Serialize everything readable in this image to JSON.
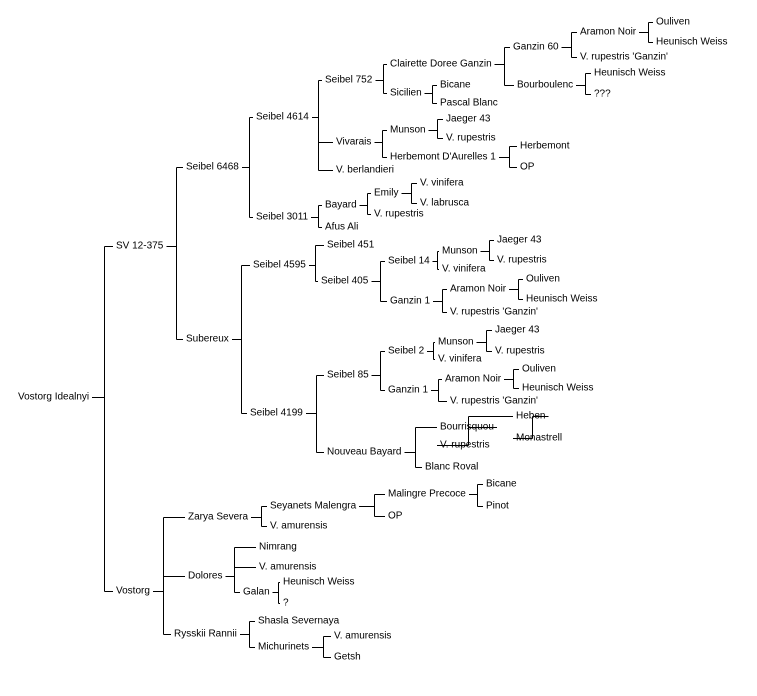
{
  "tree": {
    "name": "Vostorg Idealnyi",
    "children": [
      {
        "name": "SV 12-375",
        "children": [
          {
            "name": "Seibel 6468",
            "children": [
              {
                "name": "Seibel 4614",
                "children": [
                  {
                    "name": "Seibel 752",
                    "children": [
                      {
                        "name": "Clairette Doree Ganzin",
                        "children": [
                          {
                            "name": "Ganzin 60",
                            "children": [
                              {
                                "name": "Aramon Noir",
                                "children": [
                                  {
                                    "name": "Ouliven"
                                  },
                                  {
                                    "name": "Heunisch Weiss"
                                  }
                                ]
                              },
                              {
                                "name": "V. rupestris 'Ganzin'"
                              }
                            ]
                          },
                          {
                            "name": "Bourboulenc",
                            "children": [
                              {
                                "name": "Heunisch Weiss"
                              },
                              {
                                "name": "???"
                              }
                            ]
                          }
                        ]
                      },
                      {
                        "name": "Sicilien",
                        "children": [
                          {
                            "name": "Bicane"
                          },
                          {
                            "name": "Pascal Blanc"
                          }
                        ]
                      }
                    ]
                  },
                  {
                    "name": "Vivarais",
                    "children": [
                      {
                        "name": "Munson",
                        "children": [
                          {
                            "name": "Jaeger 43"
                          },
                          {
                            "name": "V. rupestris"
                          }
                        ]
                      },
                      {
                        "name": "Herbemont D'Aurelles 1",
                        "children": [
                          {
                            "name": "Herbemont"
                          },
                          {
                            "name": "OP"
                          }
                        ]
                      }
                    ]
                  },
                  {
                    "name": "V. berlandieri"
                  }
                ]
              },
              {
                "name": "Seibel 3011",
                "children": [
                  {
                    "name": "Bayard",
                    "children": [
                      {
                        "name": "Emily",
                        "children": [
                          {
                            "name": "V. vinifera"
                          },
                          {
                            "name": "V. labrusca"
                          }
                        ]
                      },
                      {
                        "name": "V. rupestris"
                      }
                    ]
                  },
                  {
                    "name": "Afus Ali"
                  }
                ]
              }
            ]
          },
          {
            "name": "Subereux",
            "children": [
              {
                "name": "Seibel 4595",
                "children": [
                  {
                    "name": "Seibel 451"
                  },
                  {
                    "name": "Seibel 405",
                    "children": [
                      {
                        "name": "Seibel 14",
                        "children": [
                          {
                            "name": "Munson",
                            "children": [
                              {
                                "name": "Jaeger 43"
                              },
                              {
                                "name": "V. rupestris"
                              }
                            ]
                          },
                          {
                            "name": "V. vinifera"
                          }
                        ]
                      },
                      {
                        "name": "Ganzin 1",
                        "children": [
                          {
                            "name": "Aramon Noir",
                            "children": [
                              {
                                "name": "Ouliven"
                              },
                              {
                                "name": "Heunisch Weiss"
                              }
                            ]
                          },
                          {
                            "name": "V. rupestris 'Ganzin'"
                          }
                        ]
                      }
                    ]
                  }
                ]
              },
              {
                "name": "Seibel 4199",
                "children": [
                  {
                    "name": "Seibel 85",
                    "children": [
                      {
                        "name": "Seibel 2",
                        "children": [
                          {
                            "name": "Munson",
                            "children": [
                              {
                                "name": "Jaeger 43"
                              },
                              {
                                "name": "V. rupestris"
                              }
                            ]
                          },
                          {
                            "name": "V. vinifera"
                          }
                        ]
                      },
                      {
                        "name": "Ganzin 1",
                        "children": [
                          {
                            "name": "Aramon Noir",
                            "children": [
                              {
                                "name": "Ouliven"
                              },
                              {
                                "name": "Heunisch Weiss"
                              }
                            ]
                          },
                          {
                            "name": "V. rupestris 'Ganzin'"
                          }
                        ]
                      }
                    ]
                  },
                  {
                    "name": "Nouveau Bayard",
                    "children": [
                      {
                        "name": "Bourrisquou",
                        "children": [
                          {
                            "name": "Heben",
                            "children": [
                              {
                                "name": "Monastrell"
                              }
                            ]
                          },
                          {
                            "name": "V. rupestris"
                          }
                        ]
                      },
                      {
                        "name": "Blanc Roval"
                      }
                    ]
                  }
                ]
              }
            ]
          }
        ]
      },
      {
        "name": "Vostorg",
        "children": [
          {
            "name": "Zarya Severa",
            "children": [
              {
                "name": "Seyanets Malengra",
                "children": [
                  {
                    "name": "Malingre Precoce",
                    "children": [
                      {
                        "name": "Bicane"
                      },
                      {
                        "name": "Pinot"
                      }
                    ]
                  },
                  {
                    "name": "OP"
                  }
                ]
              },
              {
                "name": "V. amurensis"
              }
            ]
          },
          {
            "name": "Dolores",
            "children": [
              {
                "name": "Nimrang"
              },
              {
                "name": "V. amurensis"
              },
              {
                "name": "Galan",
                "children": [
                  {
                    "name": "Heunisch Weiss"
                  },
                  {
                    "name": "?"
                  }
                ]
              }
            ]
          },
          {
            "name": "Rysskii Rannii",
            "children": [
              {
                "name": "Shasla Severnaya"
              },
              {
                "name": "Michurinets",
                "children": [
                  {
                    "name": "V. amurensis"
                  },
                  {
                    "name": "Getsh"
                  }
                ]
              }
            ]
          }
        ]
      }
    ]
  }
}
